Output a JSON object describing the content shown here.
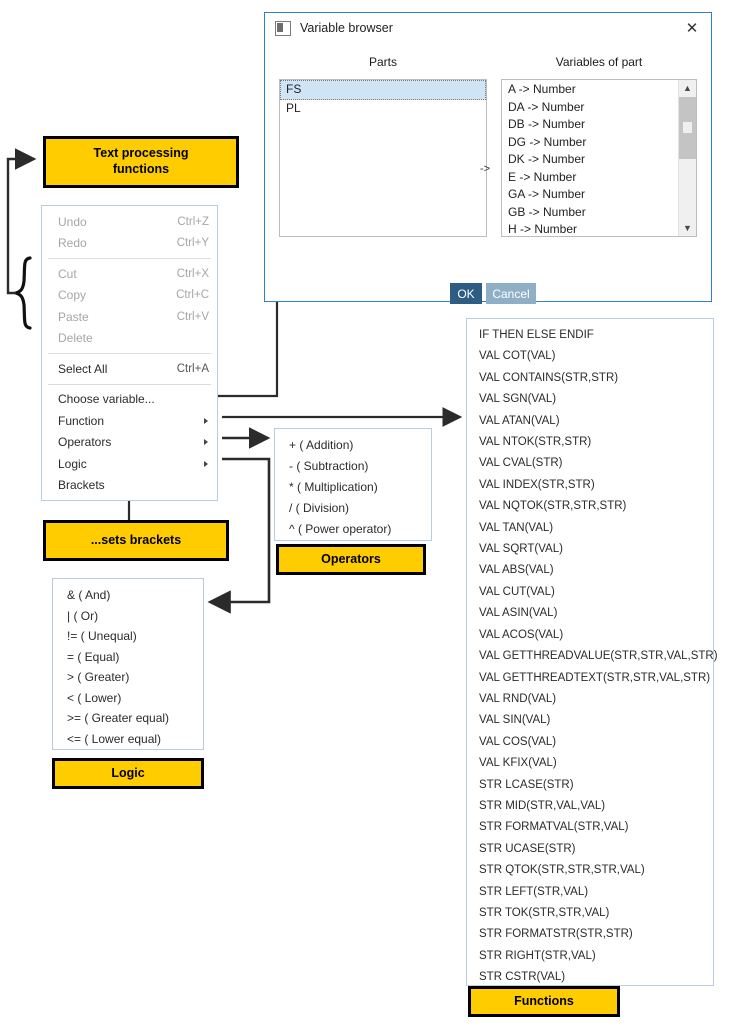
{
  "dialog": {
    "title": "Variable browser",
    "close_icon": "close-icon",
    "app_icon": "window-icon",
    "columns": {
      "parts": "Parts",
      "variables": "Variables of part"
    },
    "parts": [
      {
        "label": "FS",
        "selected": true
      },
      {
        "label": "PL",
        "selected": false
      }
    ],
    "variables": [
      "A -> Number",
      "DA -> Number",
      "DB -> Number",
      "DG -> Number",
      "DK -> Number",
      "E -> Number",
      "GA -> Number",
      "GB -> Number",
      "H -> Number"
    ],
    "transfer_marker": "->",
    "scroll_up_icon": "chevron-up-icon",
    "scroll_down_icon": "chevron-down-icon",
    "buttons": {
      "ok": "OK",
      "cancel": "Cancel"
    }
  },
  "context_menu": {
    "items": [
      {
        "label": "Undo",
        "accel": "Ctrl+Z",
        "disabled": true,
        "submenu": false
      },
      {
        "label": "Redo",
        "accel": "Ctrl+Y",
        "disabled": true,
        "submenu": false
      },
      {
        "separator": true
      },
      {
        "label": "Cut",
        "accel": "Ctrl+X",
        "disabled": true,
        "submenu": false
      },
      {
        "label": "Copy",
        "accel": "Ctrl+C",
        "disabled": true,
        "submenu": false
      },
      {
        "label": "Paste",
        "accel": "Ctrl+V",
        "disabled": true,
        "submenu": false
      },
      {
        "label": "Delete",
        "accel": "",
        "disabled": true,
        "submenu": false
      },
      {
        "separator": true
      },
      {
        "label": "Select All",
        "accel": "Ctrl+A",
        "disabled": false,
        "submenu": false
      },
      {
        "separator": true
      },
      {
        "label": "Choose variable...",
        "accel": "",
        "disabled": false,
        "submenu": false
      },
      {
        "label": "Function",
        "accel": "",
        "disabled": false,
        "submenu": true
      },
      {
        "label": "Operators",
        "accel": "",
        "disabled": false,
        "submenu": true
      },
      {
        "label": "Logic",
        "accel": "",
        "disabled": false,
        "submenu": true
      },
      {
        "label": "Brackets",
        "accel": "",
        "disabled": false,
        "submenu": false
      }
    ]
  },
  "operators_panel": {
    "items": [
      "+ ( Addition)",
      "- ( Subtraction)",
      "* ( Multiplication)",
      "/ ( Division)",
      "^ ( Power operator)"
    ]
  },
  "logic_panel": {
    "items": [
      "& ( And)",
      "| ( Or)",
      "!= ( Unequal)",
      "= ( Equal)",
      "> ( Greater)",
      "< ( Lower)",
      ">= ( Greater equal)",
      "<= ( Lower equal)"
    ]
  },
  "functions_panel": {
    "items": [
      "IF THEN ELSE ENDIF",
      "VAL COT(VAL)",
      "VAL CONTAINS(STR,STR)",
      "VAL SGN(VAL)",
      "VAL ATAN(VAL)",
      "VAL NTOK(STR,STR)",
      "VAL CVAL(STR)",
      "VAL INDEX(STR,STR)",
      "VAL NQTOK(STR,STR,STR)",
      "VAL TAN(VAL)",
      "VAL SQRT(VAL)",
      "VAL ABS(VAL)",
      "VAL CUT(VAL)",
      "VAL ASIN(VAL)",
      "VAL ACOS(VAL)",
      "VAL GETTHREADVALUE(STR,STR,VAL,STR)",
      "VAL GETTHREADTEXT(STR,STR,VAL,STR)",
      "VAL RND(VAL)",
      "VAL SIN(VAL)",
      "VAL COS(VAL)",
      "VAL KFIX(VAL)",
      "STR LCASE(STR)",
      "STR MID(STR,VAL,VAL)",
      "STR FORMATVAL(STR,VAL)",
      "STR UCASE(STR)",
      "STR QTOK(STR,STR,STR,VAL)",
      "STR LEFT(STR,VAL)",
      "STR TOK(STR,STR,VAL)",
      "STR FORMATSTR(STR,STR)",
      "STR RIGHT(STR,VAL)",
      "STR CSTR(VAL)"
    ]
  },
  "callouts": {
    "text_processing": "Text processing\nfunctions",
    "text_processing_line1": "Text processing",
    "text_processing_line2": "functions",
    "sets_brackets": "...sets brackets",
    "operators": "Operators",
    "logic": "Logic",
    "functions": "Functions"
  },
  "colors": {
    "callout_fill": "#FFCC00",
    "callout_border": "#000000",
    "dialog_border": "#2F7FD0",
    "selection": "#CFE5F5",
    "ok_button": "#2E5D84",
    "cancel_button": "#8FAFC6",
    "panel_border": "#B9CDE0",
    "wire": "#333333"
  }
}
